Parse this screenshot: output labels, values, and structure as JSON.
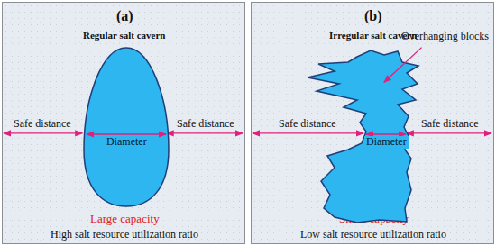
{
  "diagram": {
    "nodes": [
      {
        "text": [
          "(a)",
          "Regular salt cavern",
          "Large capacity",
          "High salt resource utilization ratio"
        ]
      },
      {
        "text": [
          "Diameter"
        ],
        "in": 0
      },
      {
        "text": [
          "(b)",
          "Irregular salt cavern",
          "Small capacity",
          "Low salt resource utilization ratio"
        ]
      },
      {
        "text": [
          "Diameter"
        ],
        "in": 2
      }
    ],
    "labels": [
      "Safe distance",
      "Safe distance",
      "Safe distance",
      "Safe distance",
      "Overhanging blocks"
    ]
  }
}
